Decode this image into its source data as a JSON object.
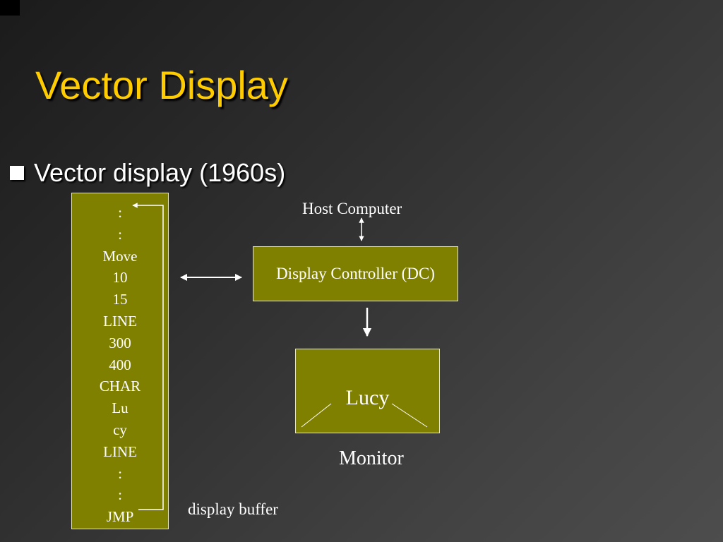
{
  "slide": {
    "title": "Vector Display",
    "bullet": "Vector display (1960s)"
  },
  "diagram": {
    "buffer_items": [
      ":",
      ":",
      "Move",
      "10",
      "15",
      "LINE",
      "300",
      "400",
      "CHAR",
      "Lu",
      "cy",
      "LINE",
      ":",
      ":",
      "JMP"
    ],
    "buffer_label": "display buffer",
    "host_label": "Host Computer",
    "dc_label": "Display Controller (DC)",
    "screen_text": "Lucy",
    "monitor_label": "Monitor"
  },
  "colors": {
    "title": "#FFCC00",
    "box_fill": "#808000",
    "text": "#FFFFFF"
  }
}
